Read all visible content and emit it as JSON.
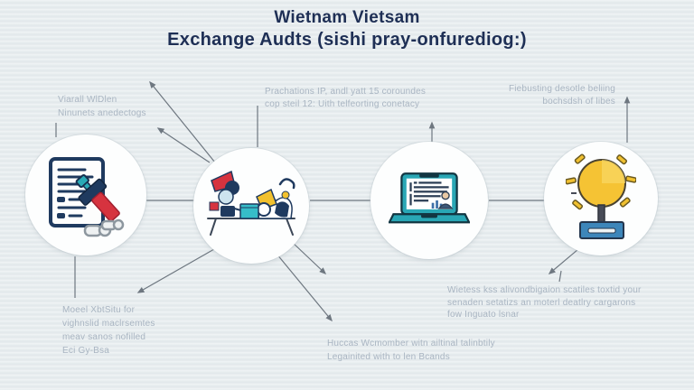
{
  "title": {
    "line1": "Wietnam Vietsam",
    "line2": "Exchange Audts (sishi pray-onfurediog:)"
  },
  "annotations": {
    "top_left": {
      "lines": [
        "Viarall WlDlen",
        "Ninunets anedectogs"
      ]
    },
    "top_center": {
      "lines": [
        "Prachations IP, andl yatt 15 coroundes",
        "cop steil 12: Uith telfeorting conetacy"
      ]
    },
    "top_right": {
      "lines": [
        "Fiebusting desotle beliing",
        "bochsdsh of libes"
      ]
    },
    "bottom_left": {
      "lines": [
        "Moeel XbtSitu for",
        "vighnslid maclrsemtes",
        "meav sanos nofilled",
        "Eci Gy-Bsa"
      ]
    },
    "bottom_center": {
      "lines": [
        "Huccas Wcmomber witn ailtinal talinbtily",
        "Legainited with to len Bcands"
      ]
    },
    "bottom_right": {
      "lines": [
        "Wietess kss alivondbigaion scatiles toxtid your",
        "senaden setatizs an moterl deatlry cargarons",
        "fow Inguato lsnar"
      ]
    }
  },
  "nodes": [
    {
      "id": "audit-document",
      "icon": "document-stamp-icon"
    },
    {
      "id": "meeting-discussion",
      "icon": "meeting-discussion-icon"
    },
    {
      "id": "laptop-report",
      "icon": "laptop-report-icon"
    },
    {
      "id": "idea-award",
      "icon": "idea-award-icon"
    }
  ],
  "colors": {
    "background": "#e9eef0",
    "title": "#1e2f55",
    "annotation": "#a9b5c2",
    "line": "#6e7780",
    "navy": "#1f3a5f",
    "red": "#d6333f",
    "teal": "#2aaab6",
    "yellow": "#f5c334",
    "blue": "#3d86ba",
    "light_blue": "#cde4ef"
  }
}
